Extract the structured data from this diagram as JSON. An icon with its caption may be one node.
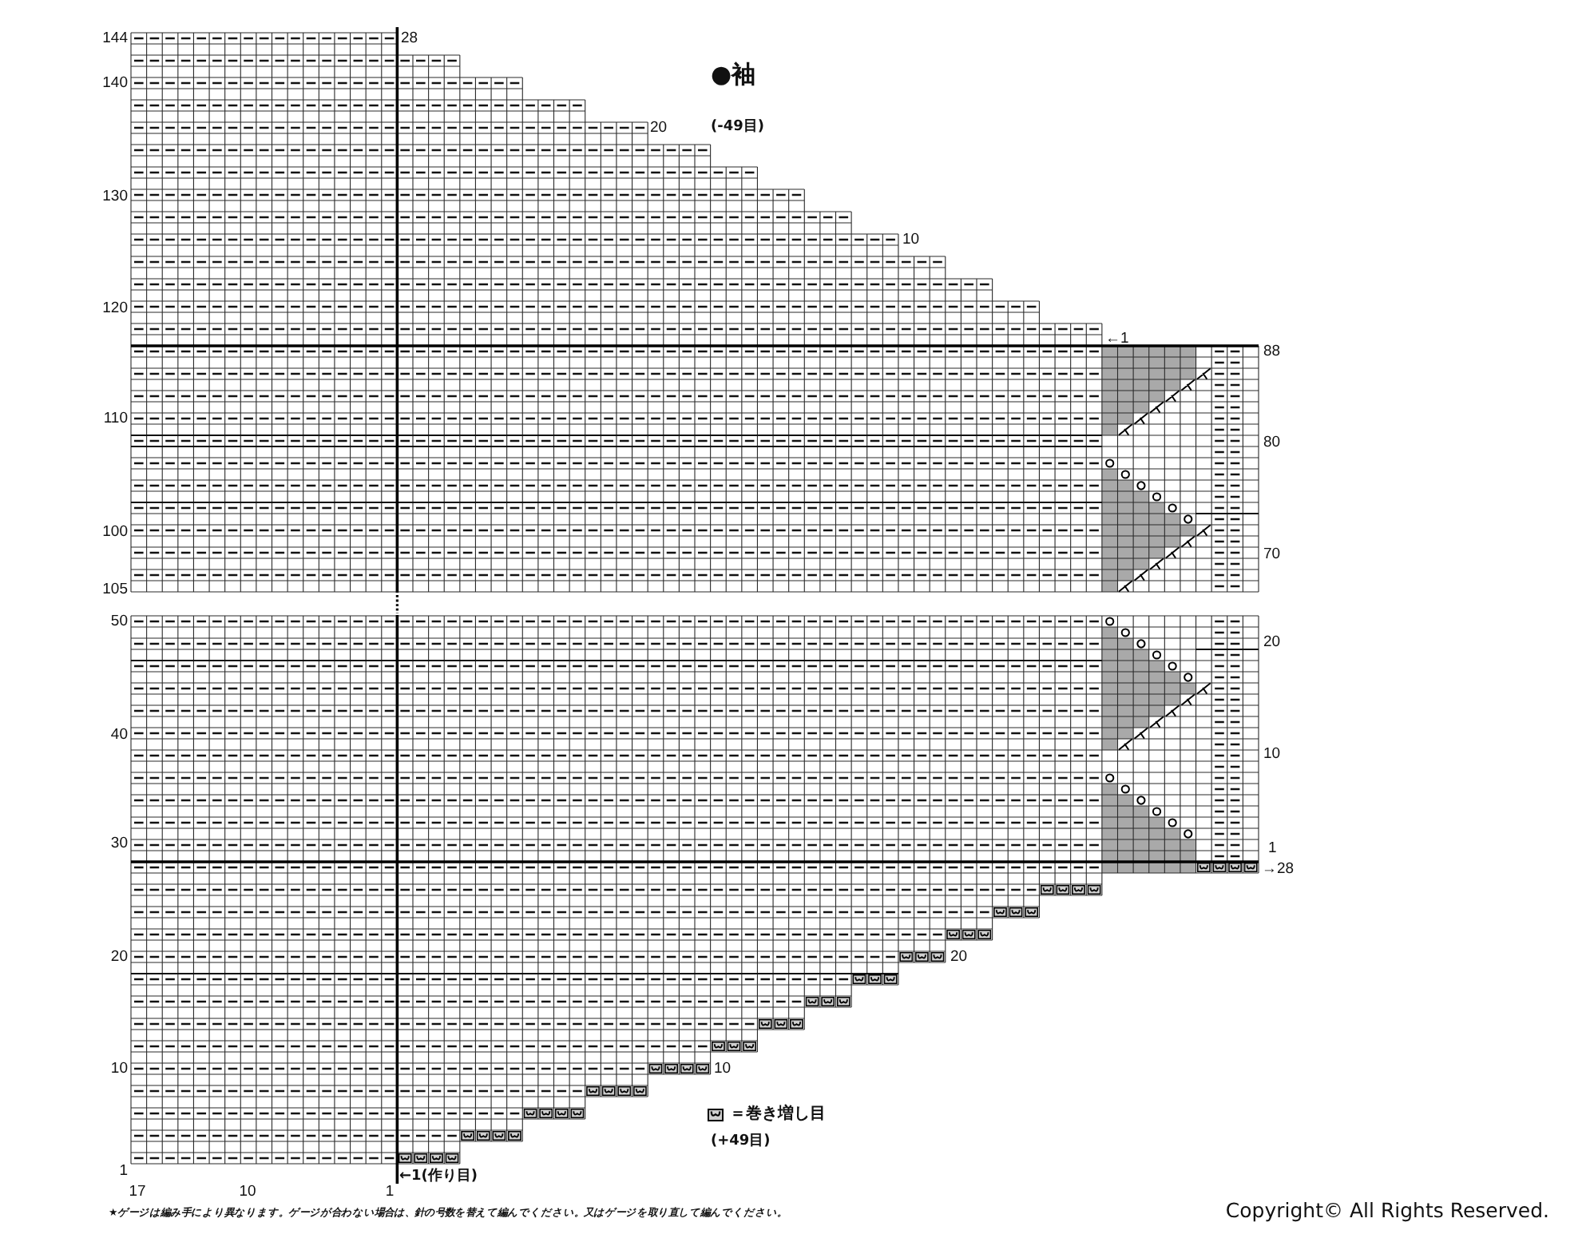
{
  "diagram": {
    "title": "●袖",
    "labels": [
      "144",
      "28",
      "140",
      "20",
      "(-49目)",
      "130",
      "10",
      "120",
      "←1",
      "88",
      "110",
      "80",
      "100",
      "70",
      "105",
      "50",
      "20",
      "40",
      "10",
      "30",
      "1",
      "→28",
      "20",
      "20",
      "10",
      "10",
      "(+49目)",
      "1",
      "←1(作り目)",
      "17",
      "10",
      "1",
      "★ゲージは編み手により異なります。ゲージが合わない場合は、針の号数を替えて編んでください。又はゲージを取り直して編んでください。",
      "Copyright© All Rights Reserved."
    ],
    "legend": [
      {
        "text": "＝巻き増し目"
      }
    ]
  }
}
